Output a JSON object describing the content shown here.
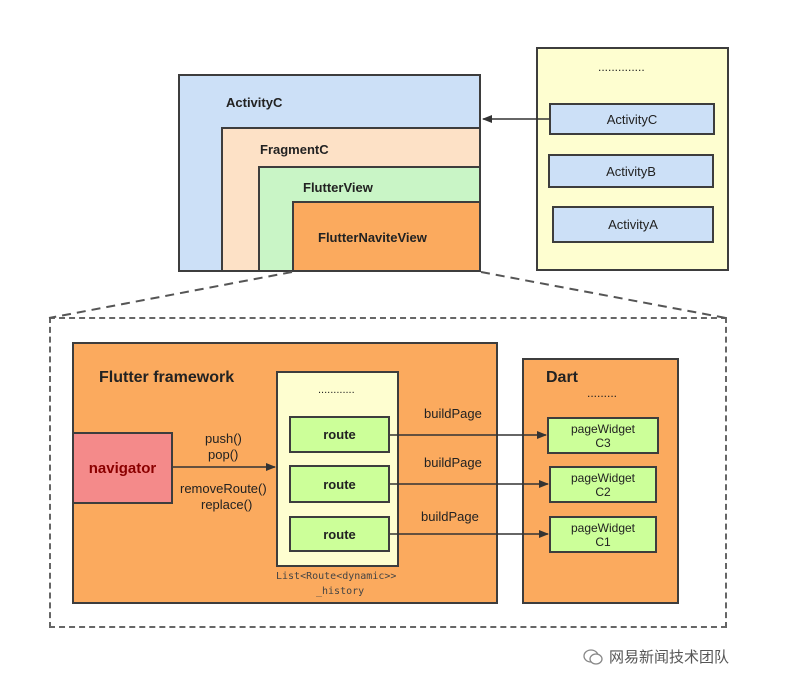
{
  "top": {
    "activity_c": "ActivityC",
    "fragment_c": "FragmentC",
    "flutter_view": "FlutterView",
    "flutter_native_view": "FlutterNaviteView"
  },
  "stack": {
    "dots": "..............",
    "items": [
      "ActivityC",
      "ActivityB",
      "ActivityA"
    ]
  },
  "framework": {
    "title": "Flutter framework",
    "navigator": "navigator",
    "ops_top": [
      "push()",
      "pop()"
    ],
    "ops_bottom": [
      "removeRoute()",
      "replace()"
    ],
    "history_dots": "............",
    "routes": [
      "route",
      "route",
      "route"
    ],
    "history_label_1": "List<Route<dynamic>>",
    "history_label_2": "_history"
  },
  "dart": {
    "title": "Dart",
    "dots": ".........",
    "widgets": [
      {
        "line1": "pageWidget",
        "line2": "C3"
      },
      {
        "line1": "pageWidget",
        "line2": "C2"
      },
      {
        "line1": "pageWidget",
        "line2": "C1"
      }
    ]
  },
  "edges": {
    "build_page": [
      "buildPage",
      "buildPage",
      "buildPage"
    ]
  },
  "watermark": "网易新闻技术团队",
  "colors": {
    "blue": "#cce0f7",
    "peach": "#fde1c6",
    "green": "#c9f5c6",
    "orange": "#fbaa5e",
    "yellow": "#fefed0",
    "red": "#f48a8a",
    "lime": "#ccff99",
    "navigator_text": "#8b0000"
  }
}
